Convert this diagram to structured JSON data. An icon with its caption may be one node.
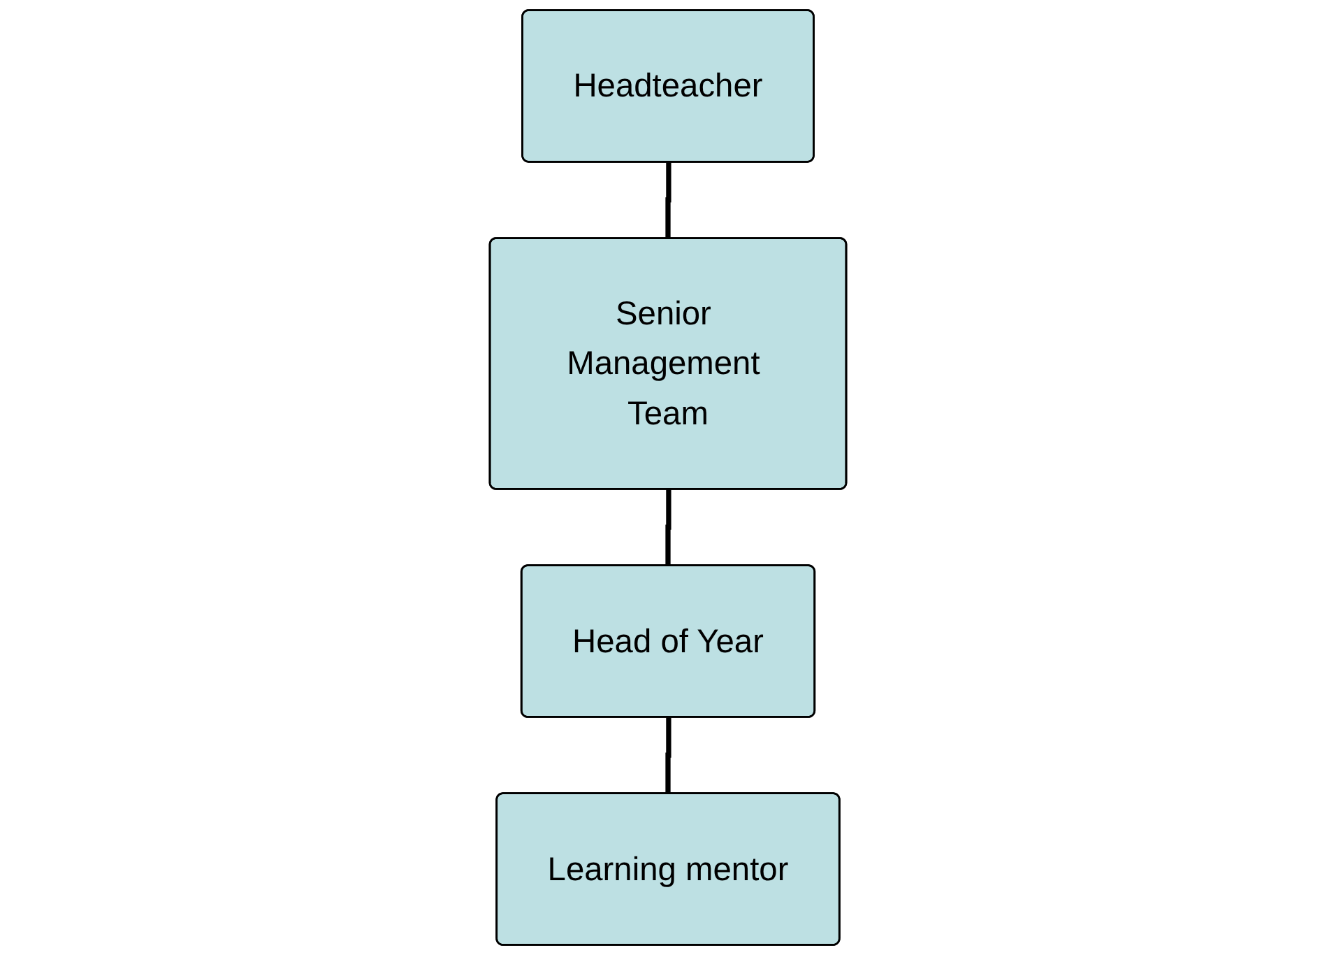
{
  "diagram": {
    "nodes": [
      {
        "text": [
          "Headteacher"
        ]
      },
      {
        "text": [
          "Senior Management Team"
        ]
      },
      {
        "text": [
          "Head of Year"
        ]
      },
      {
        "text": [
          "Learning mentor"
        ]
      }
    ],
    "edges": [
      {
        "from": 0,
        "to": 1,
        "arrow": "none"
      },
      {
        "from": 1,
        "to": 2,
        "arrow": "none"
      },
      {
        "from": 2,
        "to": 3,
        "arrow": "none"
      }
    ]
  }
}
